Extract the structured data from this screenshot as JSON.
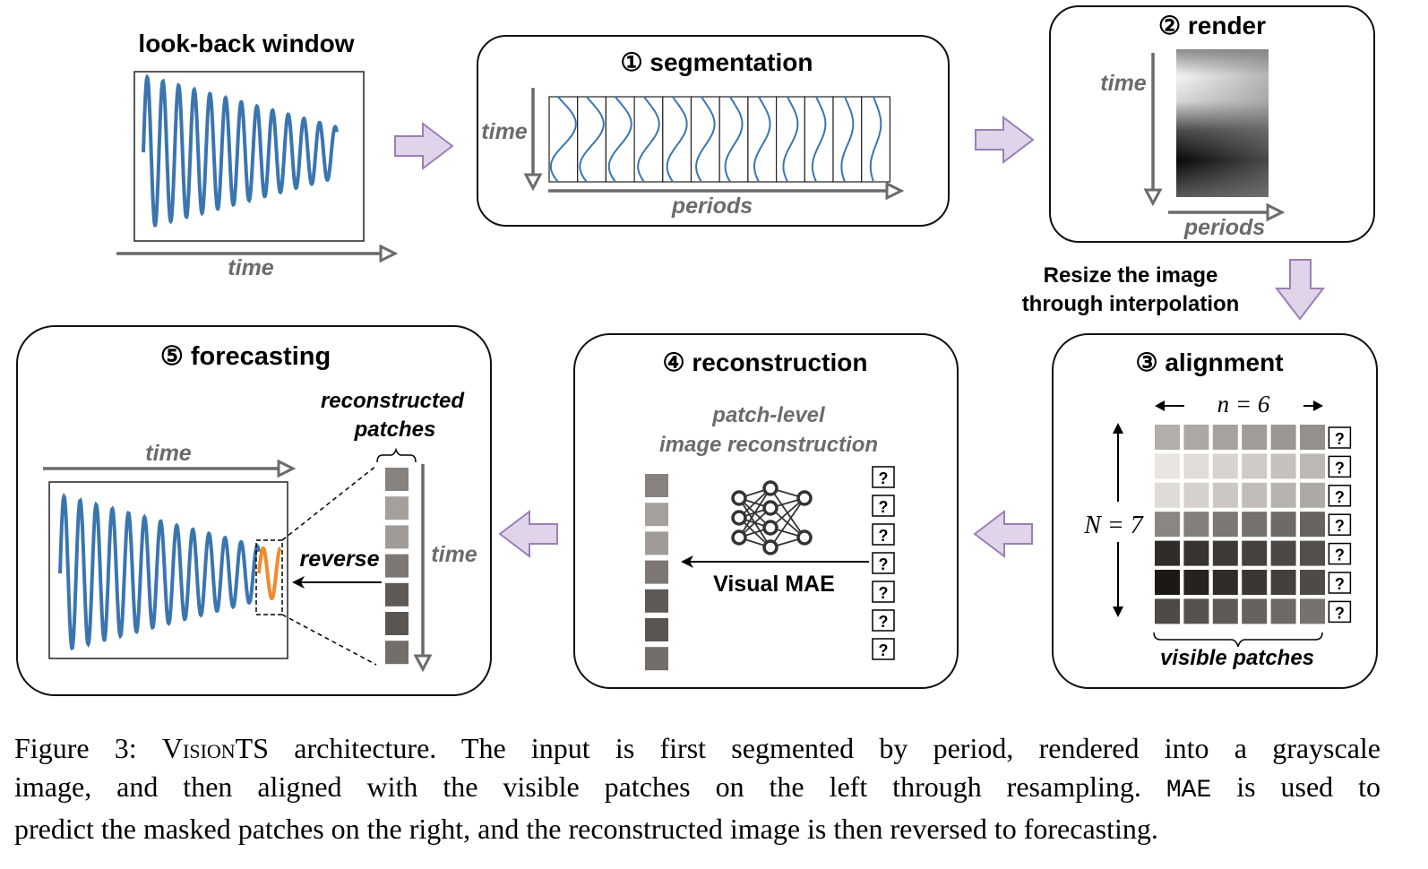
{
  "figure": {
    "colors": {
      "series": "#3a75b0",
      "forecast": "#f28a2c",
      "arrow_fill": "#e0d3ea",
      "arrow_stroke": "#9b7fb4",
      "axis_gray": "#6b6b6b"
    },
    "lookback": {
      "title": "look-back window",
      "x_axis_label": "time"
    },
    "segmentation": {
      "title": "① segmentation",
      "y_axis_label": "time",
      "x_axis_label": "periods",
      "num_segments": 12
    },
    "render": {
      "title": "② render",
      "y_axis_label": "time",
      "x_axis_label": "periods"
    },
    "resize_note": {
      "line1": "Resize the image",
      "line2": "through interpolation"
    },
    "alignment": {
      "title": "③ alignment",
      "n_label": "n = 6",
      "N_label": "N = 7",
      "n": 6,
      "N": 7,
      "masked_symbol": "?",
      "brace_label": "visible patches"
    },
    "reconstruction": {
      "title": "④ reconstruction",
      "subtitle_line1": "patch-level",
      "subtitle_line2": "image reconstruction",
      "model_label": "Visual MAE",
      "masked_symbol": "?"
    },
    "forecasting": {
      "title": "⑤ forecasting",
      "x_axis_label": "time",
      "patches_label_line1": "reconstructed",
      "patches_label_line2": "patches",
      "reverse_label": "reverse",
      "patch_axis_label": "time"
    }
  },
  "caption": {
    "label": "Figure 3:",
    "model_name": "VisionTS",
    "line1_rest": " architecture. The input is first segmented by period, rendered into a grayscale",
    "line2": "image, and then aligned with the visible patches on the left through resampling.",
    "line2_code": "MAE",
    "line2_end": " is used to",
    "line3": "predict the masked patches on the right, and the reconstructed image is then reversed to forecasting."
  }
}
